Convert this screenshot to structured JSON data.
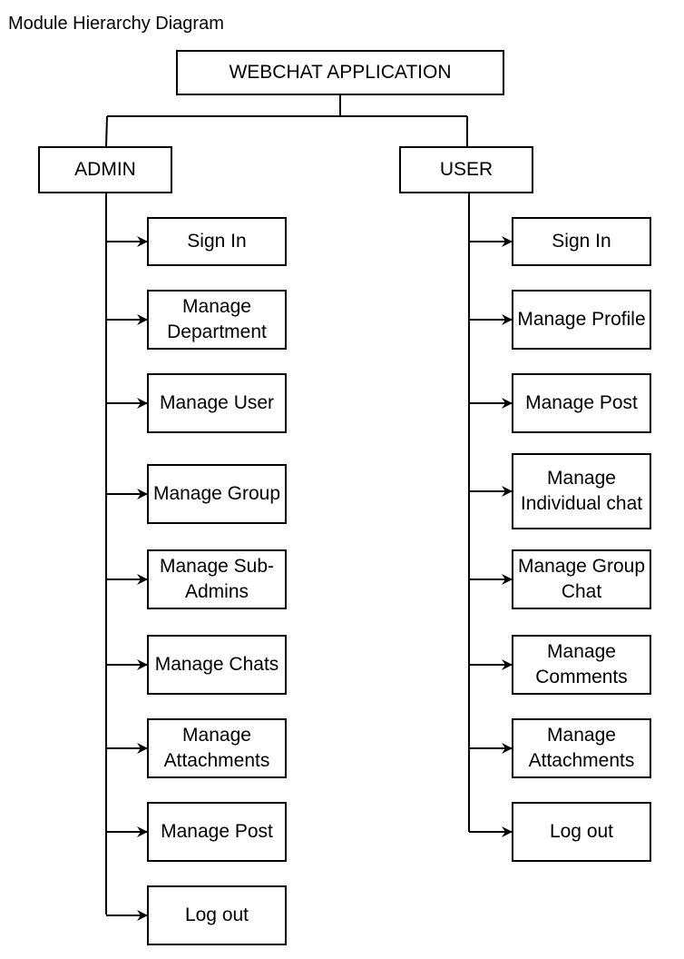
{
  "title": "Module Hierarchy Diagram",
  "root": {
    "label": "WEBCHAT APPLICATION"
  },
  "admin": {
    "label": "ADMIN",
    "items": [
      "Sign In",
      "Manage Department",
      "Manage User",
      "Manage Group",
      "Manage Sub-Admins",
      "Manage Chats",
      "Manage Attachments",
      "Manage Post",
      "Log out"
    ]
  },
  "user": {
    "label": "USER",
    "items": [
      "Sign In",
      "Manage Profile",
      "Manage Post",
      "Manage Individual chat",
      "Manage Group Chat",
      "Manage Comments",
      "Manage Attachments",
      "Log out"
    ]
  },
  "colors": {
    "stroke": "#000000",
    "background": "#ffffff"
  }
}
